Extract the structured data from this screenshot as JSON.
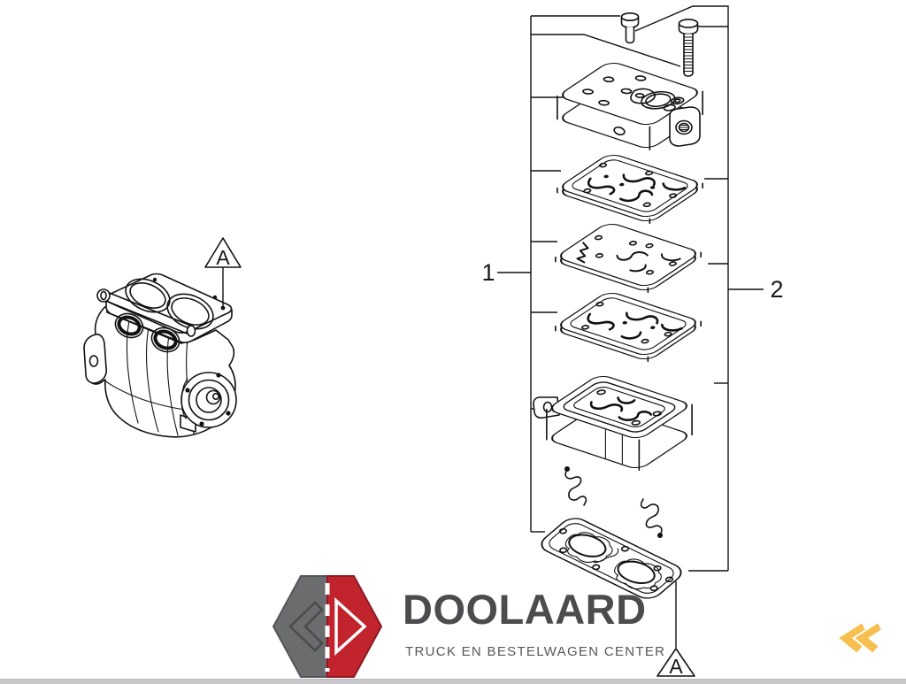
{
  "page": {
    "background_color": "#ffffff",
    "footer_bar_color": "#c7c7c9"
  },
  "diagram": {
    "line_color": "#111111",
    "callouts": {
      "item_1": "1",
      "item_2": "2"
    },
    "markers": {
      "top_letter": "A",
      "bottom_letter": "A"
    }
  },
  "branding": {
    "logo_text": "DOOLAARD",
    "tagline": "TRUCK EN BESTELWAGEN CENTER",
    "logo_text_color": "#4b4c4e",
    "tagline_color": "#55565a",
    "hexagon_gray": "#6b6c6e",
    "hexagon_red": "#c2242e",
    "logo_icon": "road-hexagon-icon"
  },
  "navigation": {
    "back_icon": "double-chevron-left-icon",
    "back_icon_color": "#f6bf4f"
  }
}
